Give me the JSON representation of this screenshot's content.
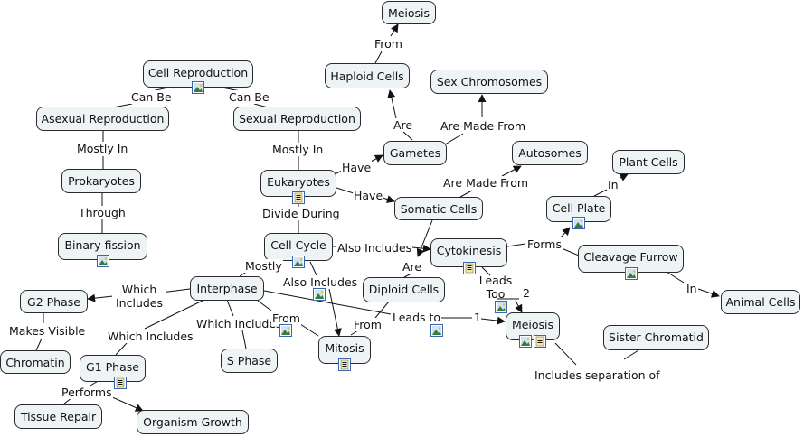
{
  "nodes": {
    "meiosis_top": "Meiosis",
    "haploid_cells": "Haploid Cells",
    "sex_chromosomes": "Sex Chromosomes",
    "cell_reproduction": "Cell Reproduction",
    "asexual_reproduction": "Asexual Reproduction",
    "sexual_reproduction": "Sexual Reproduction",
    "gametes": "Gametes",
    "autosomes": "Autosomes",
    "plant_cells": "Plant Cells",
    "prokaryotes": "Prokaryotes",
    "eukaryotes": "Eukaryotes",
    "somatic_cells": "Somatic Cells",
    "cell_plate": "Cell Plate",
    "binary_fission": "Binary fission",
    "cell_cycle": "Cell Cycle",
    "cytokinesis": "Cytokinesis",
    "cleavage_furrow": "Cleavage Furrow",
    "g2_phase": "G2 Phase",
    "interphase": "Interphase",
    "diploid_cells": "Diploid Cells",
    "animal_cells": "Animal Cells",
    "meiosis": "Meiosis",
    "sister_chromatid": "Sister Chromatid",
    "chromatin": "Chromatin",
    "g1_phase": "G1 Phase",
    "s_phase": "S Phase",
    "mitosis": "Mitosis",
    "tissue_repair": "Tissue Repair",
    "organism_growth": "Organism Growth"
  },
  "links": {
    "from_top": "From",
    "are_haploid": "Are",
    "are_made_from_sex": "Are Made From",
    "can_be_asexual": "Can Be",
    "can_be_sexual": "Can Be",
    "mostly_in_prok": "Mostly In",
    "mostly_in_euk": "Mostly In",
    "have_gametes": "Have",
    "have_somatic": "Have",
    "are_made_from_auto": "Are Made From",
    "in_plant": "In",
    "through": "Through",
    "divide_during": "Divide During",
    "also_includes_cyto": "Also Includes",
    "forms": "Forms",
    "are_diploid": "Are",
    "mostly_interphase": "Mostly",
    "also_includes_mitosis": "Also Includes",
    "leads_too": "Leads Too",
    "num_2": "2",
    "which_includes_g2": "Which Includes",
    "in_animal": "In",
    "makes_visible": "Makes Visible",
    "which_includes_s": "Which Includes",
    "from_interphase": "From",
    "from_diploid": "From",
    "leads_to": "Leads to",
    "num_1": "1",
    "which_includes_g1": "Which Includes",
    "includes_separation": "Includes separation of",
    "performs": "Performs"
  }
}
